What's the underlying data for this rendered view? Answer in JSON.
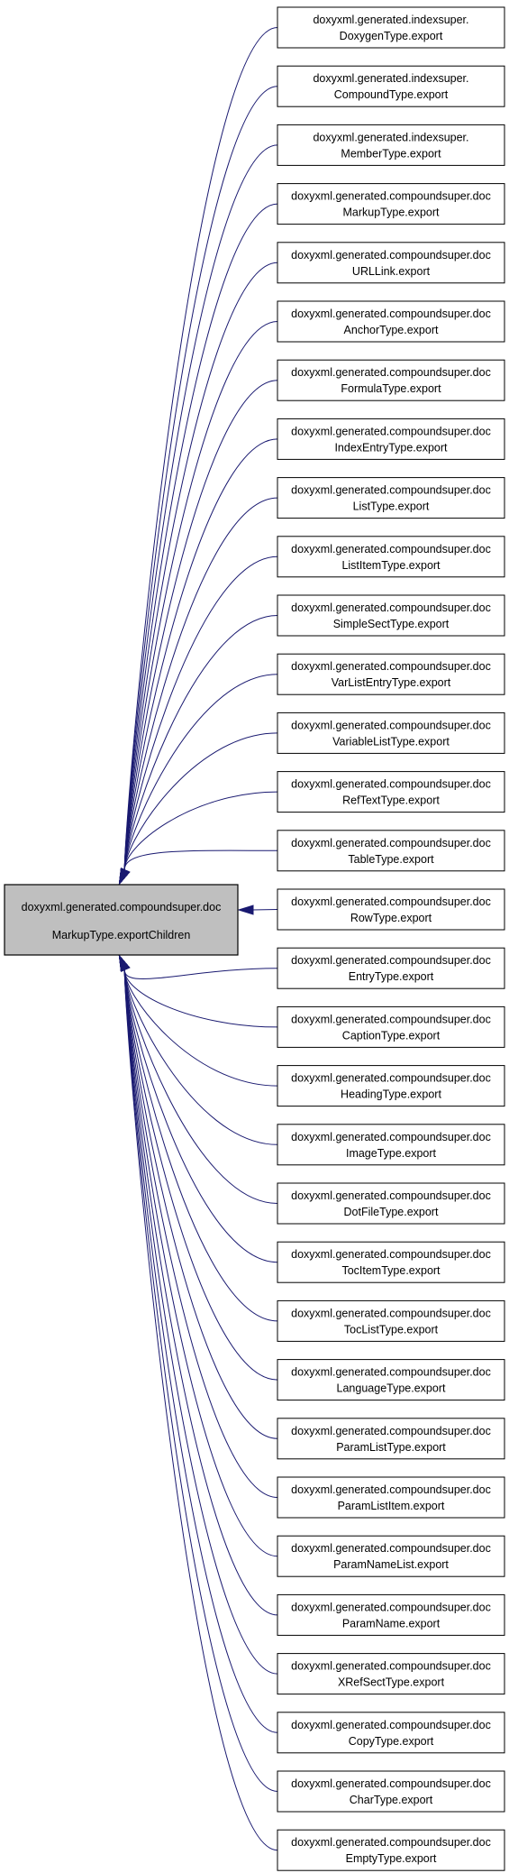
{
  "diagram": {
    "root": {
      "line1": "doxyxml.generated.compoundsuper.doc",
      "line2": "MarkupType.exportChildren"
    },
    "callers": [
      {
        "line1": "doxyxml.generated.indexsuper.",
        "line2": "DoxygenType.export"
      },
      {
        "line1": "doxyxml.generated.indexsuper.",
        "line2": "CompoundType.export"
      },
      {
        "line1": "doxyxml.generated.indexsuper.",
        "line2": "MemberType.export"
      },
      {
        "line1": "doxyxml.generated.compoundsuper.doc",
        "line2": "MarkupType.export"
      },
      {
        "line1": "doxyxml.generated.compoundsuper.doc",
        "line2": "URLLink.export"
      },
      {
        "line1": "doxyxml.generated.compoundsuper.doc",
        "line2": "AnchorType.export"
      },
      {
        "line1": "doxyxml.generated.compoundsuper.doc",
        "line2": "FormulaType.export"
      },
      {
        "line1": "doxyxml.generated.compoundsuper.doc",
        "line2": "IndexEntryType.export"
      },
      {
        "line1": "doxyxml.generated.compoundsuper.doc",
        "line2": "ListType.export"
      },
      {
        "line1": "doxyxml.generated.compoundsuper.doc",
        "line2": "ListItemType.export"
      },
      {
        "line1": "doxyxml.generated.compoundsuper.doc",
        "line2": "SimpleSectType.export"
      },
      {
        "line1": "doxyxml.generated.compoundsuper.doc",
        "line2": "VarListEntryType.export"
      },
      {
        "line1": "doxyxml.generated.compoundsuper.doc",
        "line2": "VariableListType.export"
      },
      {
        "line1": "doxyxml.generated.compoundsuper.doc",
        "line2": "RefTextType.export"
      },
      {
        "line1": "doxyxml.generated.compoundsuper.doc",
        "line2": "TableType.export"
      },
      {
        "line1": "doxyxml.generated.compoundsuper.doc",
        "line2": "RowType.export"
      },
      {
        "line1": "doxyxml.generated.compoundsuper.doc",
        "line2": "EntryType.export"
      },
      {
        "line1": "doxyxml.generated.compoundsuper.doc",
        "line2": "CaptionType.export"
      },
      {
        "line1": "doxyxml.generated.compoundsuper.doc",
        "line2": "HeadingType.export"
      },
      {
        "line1": "doxyxml.generated.compoundsuper.doc",
        "line2": "ImageType.export"
      },
      {
        "line1": "doxyxml.generated.compoundsuper.doc",
        "line2": "DotFileType.export"
      },
      {
        "line1": "doxyxml.generated.compoundsuper.doc",
        "line2": "TocItemType.export"
      },
      {
        "line1": "doxyxml.generated.compoundsuper.doc",
        "line2": "TocListType.export"
      },
      {
        "line1": "doxyxml.generated.compoundsuper.doc",
        "line2": "LanguageType.export"
      },
      {
        "line1": "doxyxml.generated.compoundsuper.doc",
        "line2": "ParamListType.export"
      },
      {
        "line1": "doxyxml.generated.compoundsuper.doc",
        "line2": "ParamListItem.export"
      },
      {
        "line1": "doxyxml.generated.compoundsuper.doc",
        "line2": "ParamNameList.export"
      },
      {
        "line1": "doxyxml.generated.compoundsuper.doc",
        "line2": "ParamName.export"
      },
      {
        "line1": "doxyxml.generated.compoundsuper.doc",
        "line2": "XRefSectType.export"
      },
      {
        "line1": "doxyxml.generated.compoundsuper.doc",
        "line2": "CopyType.export"
      },
      {
        "line1": "doxyxml.generated.compoundsuper.doc",
        "line2": "CharType.export"
      },
      {
        "line1": "doxyxml.generated.compoundsuper.doc",
        "line2": "EmptyType.export"
      }
    ],
    "colors": {
      "edge": "#191970",
      "root_fill": "#bfbfbf",
      "node_fill": "#ffffff",
      "node_border": "#000000"
    }
  }
}
